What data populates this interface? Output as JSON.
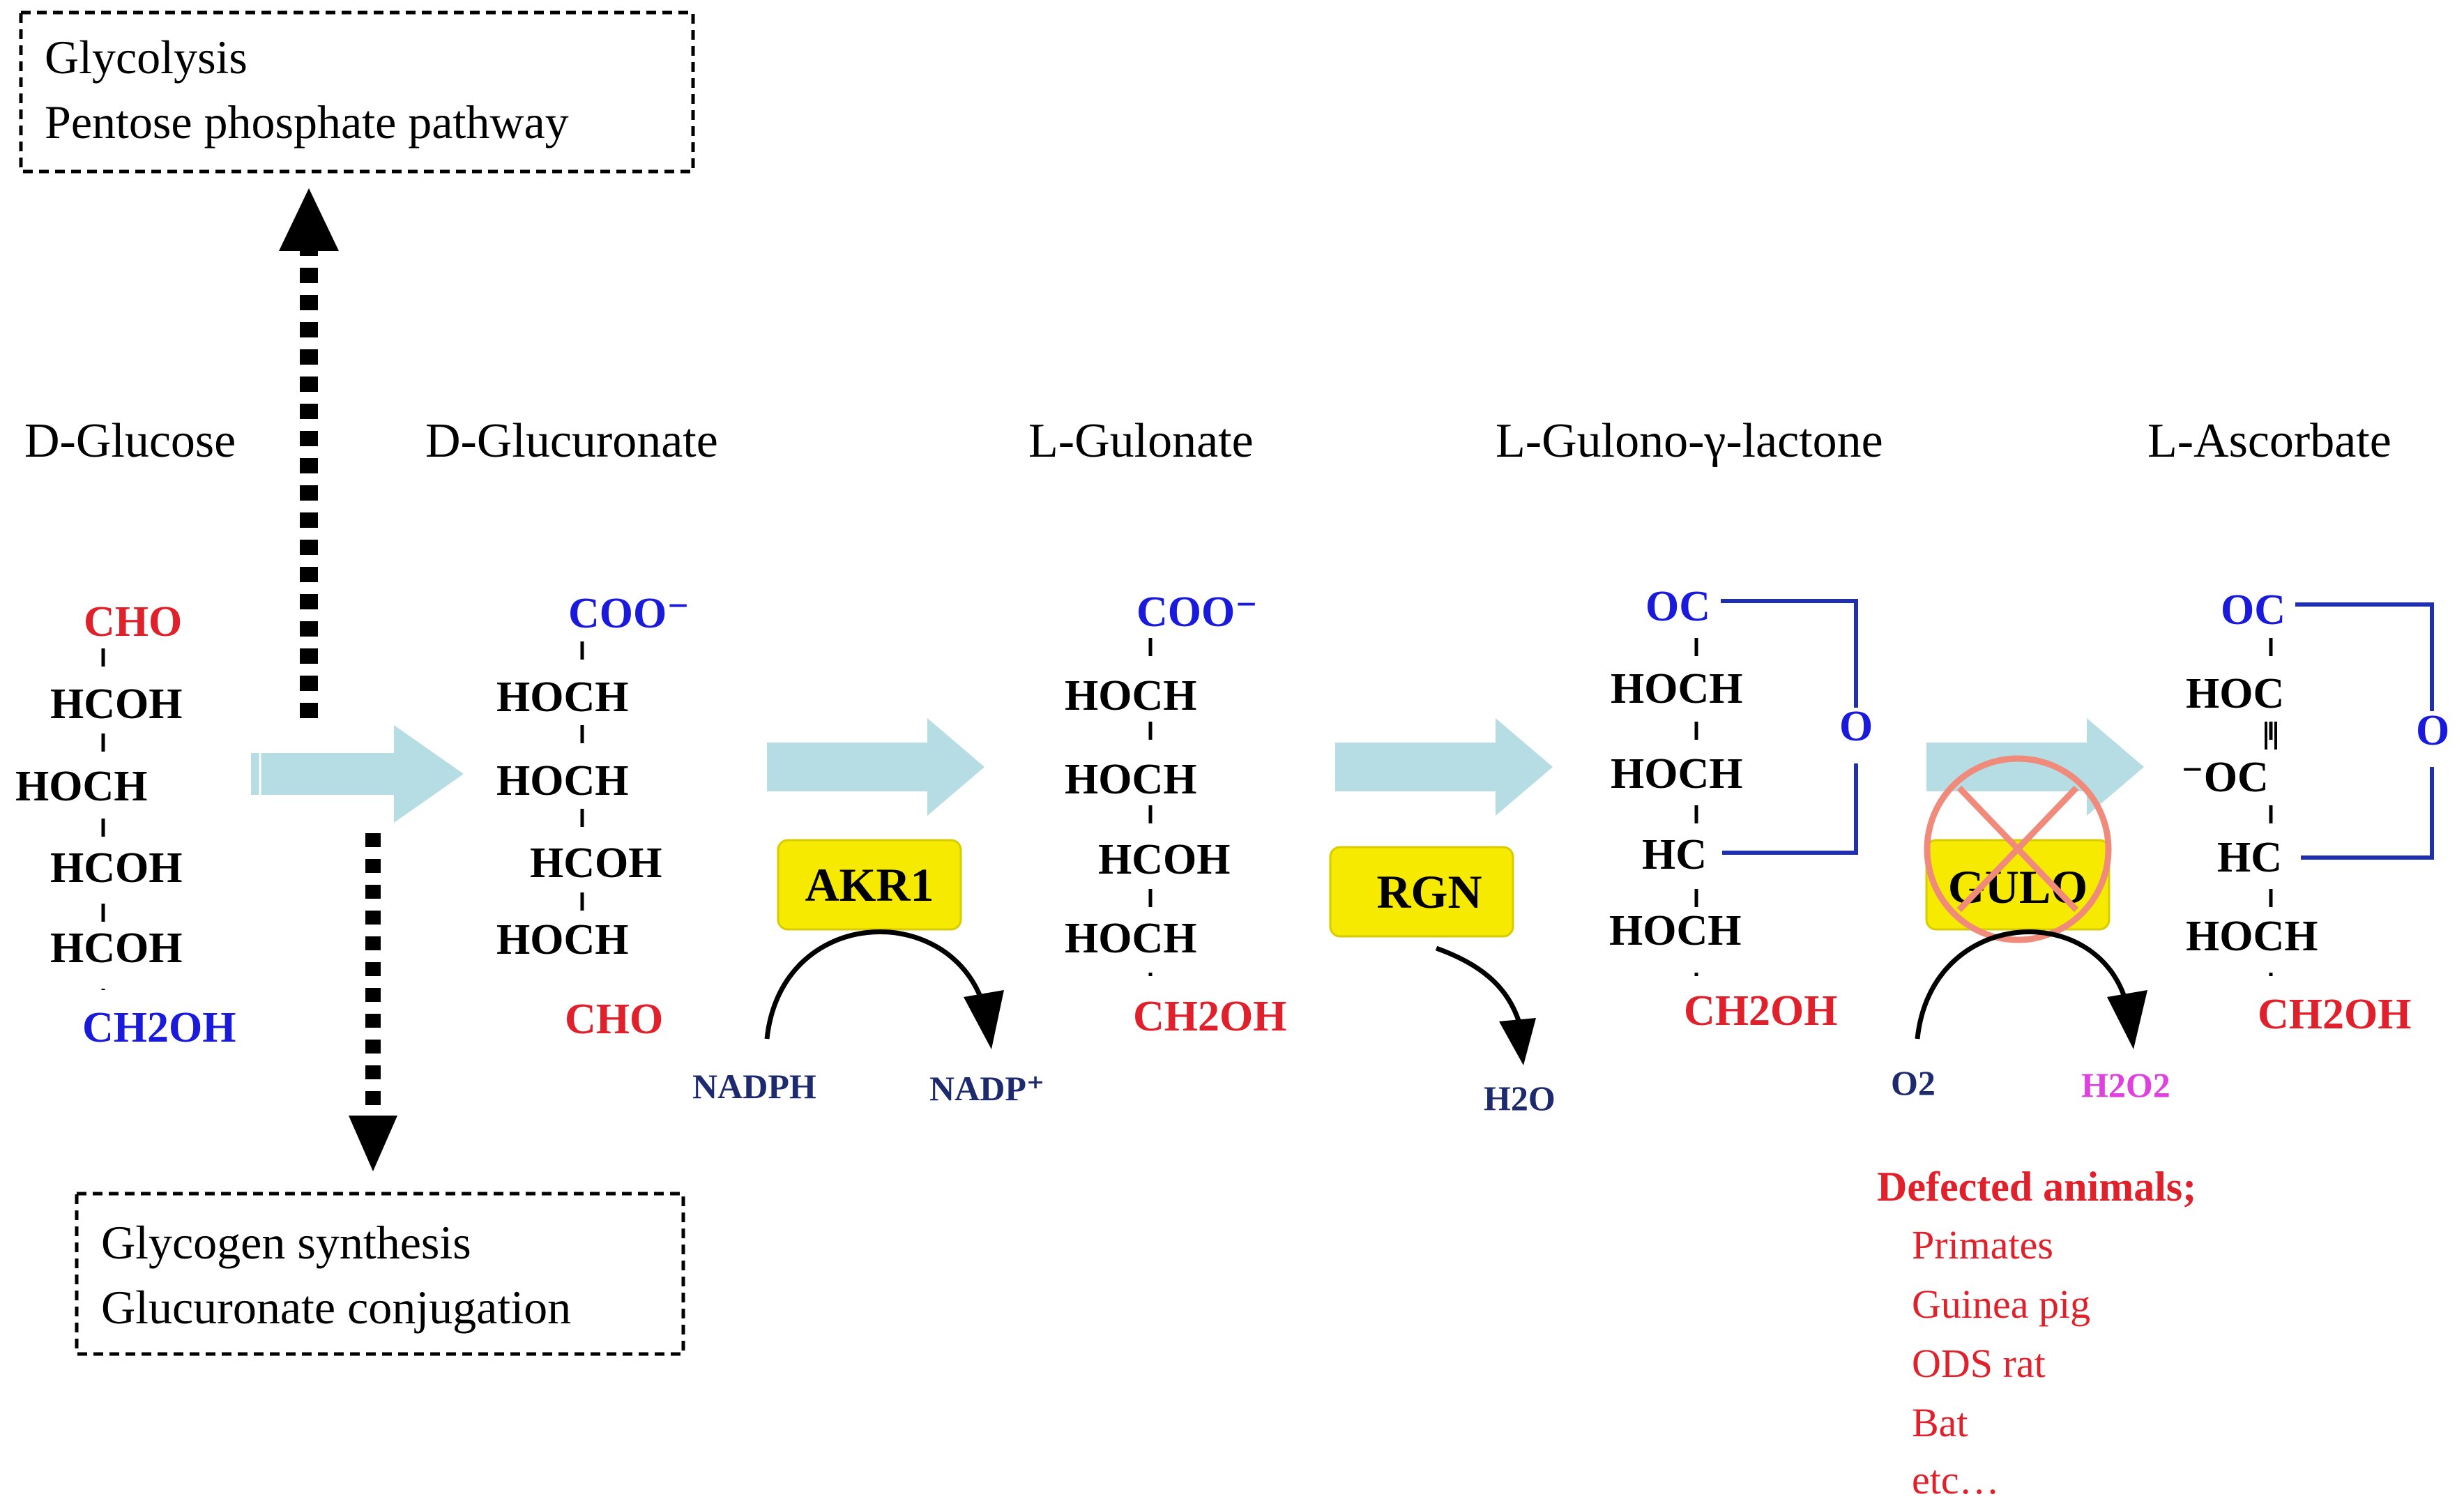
{
  "colors": {
    "red": "#e0202a",
    "blue": "#1a1adc",
    "black": "#000000",
    "navy": "#1e2a6e",
    "magenta": "#e040e0",
    "arrow": "#b6dde3",
    "enzyme": "#f5ea00",
    "ring": "#1f2fb0",
    "cross": "#f08a7a"
  },
  "boxes": {
    "top": [
      "Glycolysis",
      "Pentose phosphate pathway"
    ],
    "bottom": [
      "Glycogen synthesis",
      "Glucuronate conjugation"
    ]
  },
  "compounds": {
    "glucose": {
      "name": "D-Glucose",
      "top": "CHO",
      "rows": [
        "HCOH",
        "HOCH",
        "HCOH",
        "HCOH"
      ],
      "bottom": "CH2OH"
    },
    "glucuronate": {
      "name": "D-Glucuronate",
      "top": "COO⁻",
      "rows": [
        "HOCH",
        "HOCH",
        "HCOH",
        "HOCH"
      ],
      "bottom": "CHO"
    },
    "gulonate": {
      "name": "L-Gulonate",
      "top": "COO⁻",
      "rows": [
        "HOCH",
        "HOCH",
        "HCOH",
        "HOCH"
      ],
      "bottom": "CH2OH"
    },
    "lactone": {
      "name": "L-Gulono-γ-lactone",
      "top": "OC",
      "rows": [
        "HOCH",
        "HOCH",
        "HC",
        "HOCH"
      ],
      "bottom": "CH2OH",
      "ring_o": "O"
    },
    "ascorbate": {
      "name": "L-Ascorbate",
      "top": "OC",
      "rows": [
        "HOC",
        "⁻OC",
        "HC",
        "HOCH"
      ],
      "bottom": "CH2OH",
      "ring_o": "O"
    }
  },
  "enzymes": [
    {
      "name": "AKR1",
      "substrate": "NADPH",
      "product": "NADP⁺"
    },
    {
      "name": "RGN",
      "product": "H2O"
    },
    {
      "name": "GULO",
      "substrate": "O2",
      "product": "H2O2",
      "blocked": true
    }
  ],
  "defected": {
    "title": "Defected animals;",
    "items": [
      "Primates",
      "Guinea pig",
      "ODS rat",
      "Bat",
      "etc…"
    ]
  }
}
